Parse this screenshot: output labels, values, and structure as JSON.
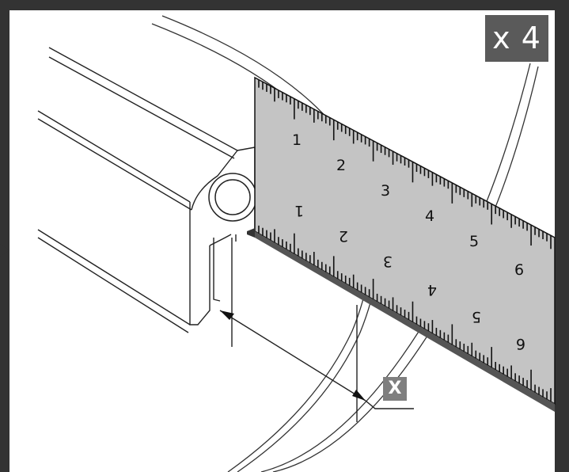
{
  "zoom_badge": "x 4",
  "dimension_label": "X",
  "ruler": {
    "top_numbers": [
      "1",
      "2",
      "3",
      "4",
      "5",
      "6"
    ],
    "bottom_numbers": [
      "1",
      "2",
      "3",
      "4",
      "5",
      "6"
    ]
  },
  "colors": {
    "border": "#333333",
    "ruler_fill": "#c4c4c4",
    "badge": "#5a5a5a",
    "label": "#7f7f7f"
  }
}
